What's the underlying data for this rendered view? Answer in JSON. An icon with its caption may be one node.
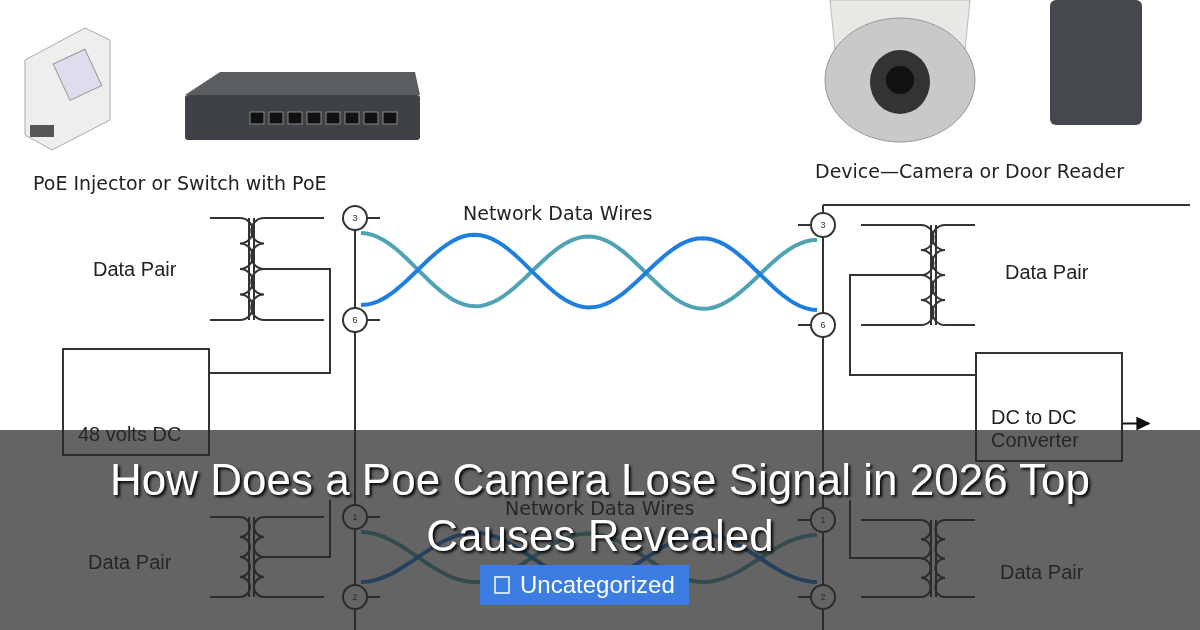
{
  "diagram": {
    "title": "How Does a Poe Camera Lose Signal in 2026 Top Causes Revealed",
    "nodes": [
      {
        "text": [
          "48 volts DC"
        ]
      },
      {
        "text": [
          "3"
        ]
      },
      {
        "text": [
          "6"
        ]
      },
      {
        "text": [
          "1"
        ]
      },
      {
        "text": [
          "2"
        ]
      },
      {
        "text": [
          "3"
        ]
      },
      {
        "text": [
          "6"
        ]
      },
      {
        "text": [
          "DC to DC Converter"
        ]
      },
      {
        "text": [
          "1"
        ]
      },
      {
        "text": [
          "2"
        ]
      }
    ],
    "edges": [
      {
        "from": 1,
        "to": 5,
        "arrow": "none",
        "color": "#4fa3b5"
      },
      {
        "from": 2,
        "to": 6,
        "arrow": "none",
        "color": "#1f7fe0"
      },
      {
        "from": 3,
        "to": 8,
        "arrow": "none",
        "color": "#4fa3b5"
      },
      {
        "from": 4,
        "to": 9,
        "arrow": "none",
        "color": "#1f7fe0"
      },
      {
        "from": 7,
        "to": null,
        "arrow": "to",
        "color": "#111111"
      }
    ],
    "labels": [
      "PoE Injector or Switch with PoE",
      "Device—Camera or Door Reader",
      "Network Data Wires",
      "Data Pair",
      "Data Pair",
      "Data Pair",
      "Network Data Wires",
      "Data Pair",
      "Uncategorized"
    ]
  }
}
